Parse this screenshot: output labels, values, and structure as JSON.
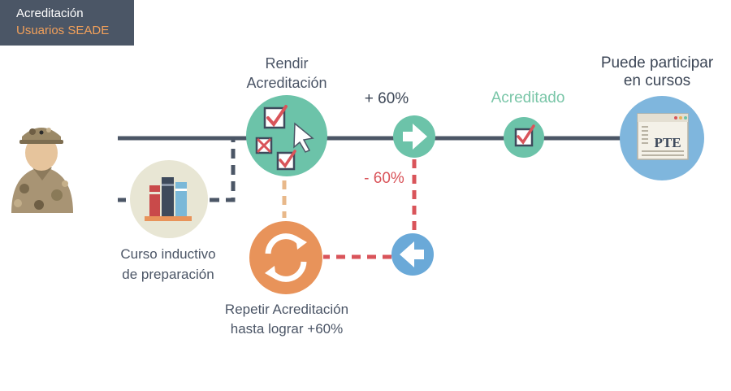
{
  "header": {
    "title": "Acreditación",
    "subtitle": "Usuarios SEADE"
  },
  "steps": {
    "rendir_line1": "Rendir",
    "rendir_line2": "Acreditación",
    "pass_condition": "+ 60%",
    "fail_condition": "- 60%",
    "acreditado": "Acreditado",
    "puede_line1": "Puede participar",
    "puede_line2": "en cursos",
    "curso_line1": "Curso inductivo",
    "curso_line2": "de preparación",
    "repetir_line1": "Repetir Acreditación",
    "repetir_line2": "hasta lograr +60%"
  },
  "icons": {
    "pte_text": "PTE"
  },
  "colors": {
    "badge_bg": "#4b5666",
    "badge_accent": "#f2a05a",
    "line": "#4b5666",
    "teal": "#6cc3a9",
    "orange": "#e8935a",
    "blue": "#6aa9d8",
    "red_dash": "#d9545a",
    "acreditado_text": "#7ac6a8",
    "fail_text": "#d9545a"
  }
}
